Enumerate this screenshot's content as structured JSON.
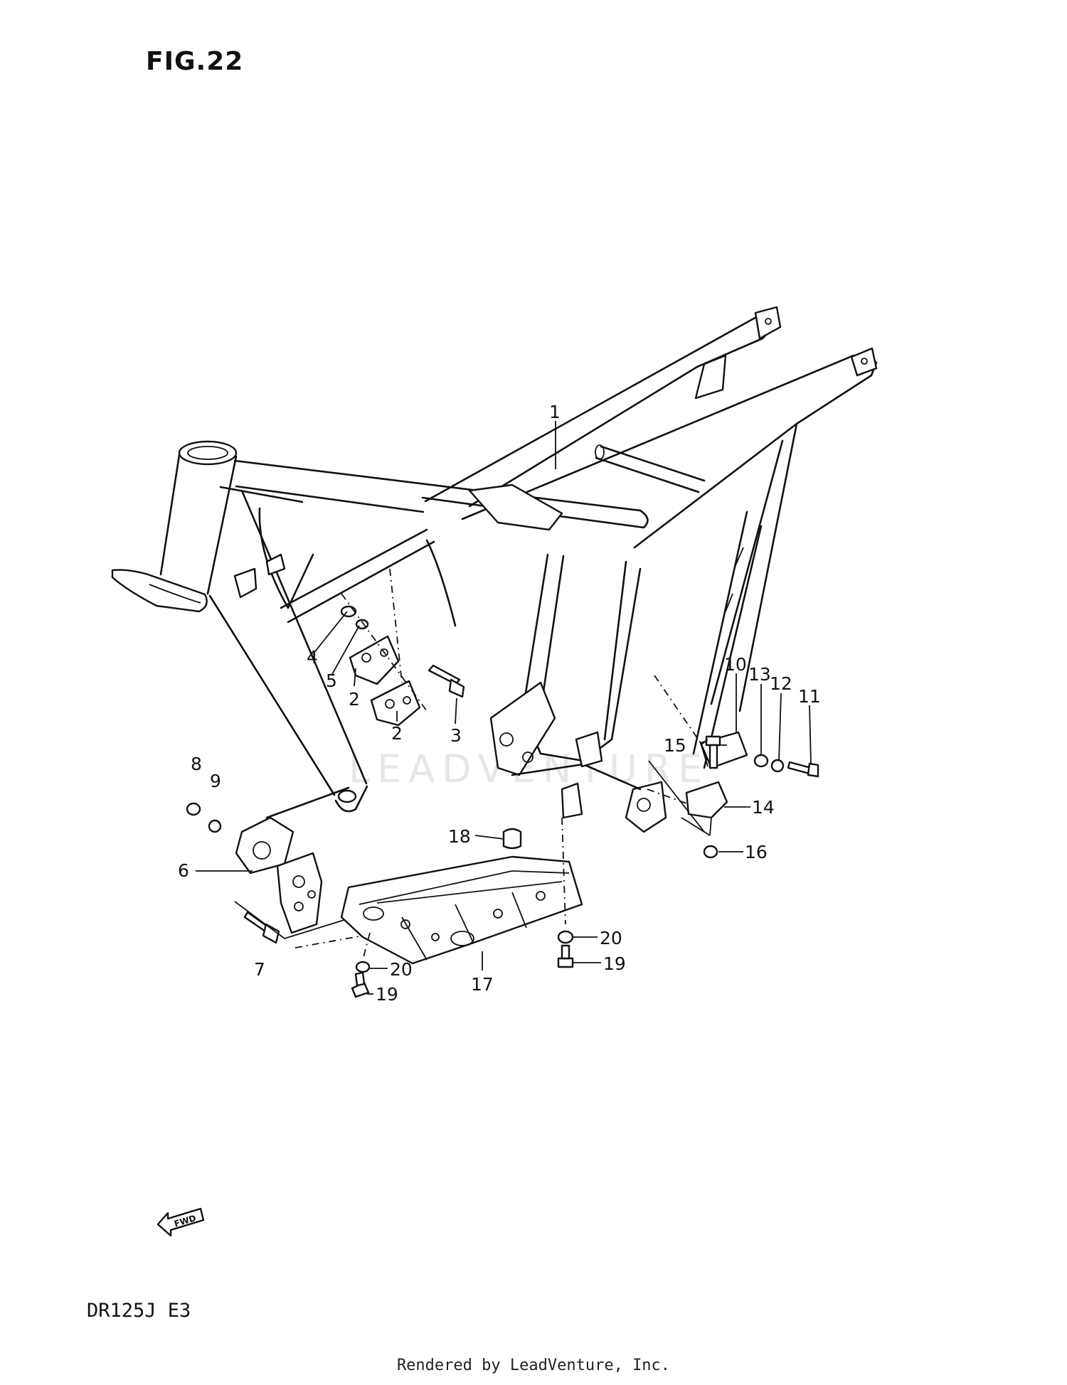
{
  "figure_label": "FIG.22",
  "model_code": "DR125J  E3",
  "credit": "Rendered by LeadVenture, Inc.",
  "watermark": "LEADVENTURE",
  "fwd_label": "FWD",
  "callouts": {
    "c1": "1",
    "c2a": "2",
    "c2b": "2",
    "c3": "3",
    "c4": "4",
    "c5": "5",
    "c6": "6",
    "c7": "7",
    "c8": "8",
    "c9": "9",
    "c10": "10",
    "c11": "11",
    "c12": "12",
    "c13": "13",
    "c14": "14",
    "c15": "15",
    "c16": "16",
    "c17": "17",
    "c18": "18",
    "c19a": "19",
    "c19b": "19",
    "c20a": "20",
    "c20b": "20"
  }
}
